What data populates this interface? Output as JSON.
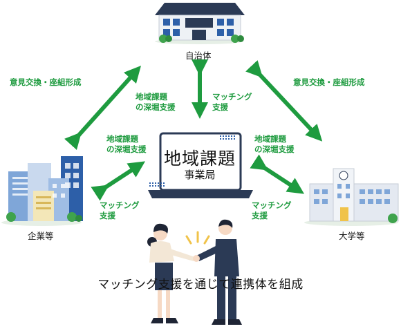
{
  "nodes": {
    "top": "自治体",
    "center_title": "地域課題",
    "center_sub": "事業局",
    "left": "企業等",
    "right": "大学等"
  },
  "edges": {
    "outer_left": "意見交換・座組形成",
    "outer_right": "意見交換・座組形成",
    "top_left": [
      "地域課題",
      "の深堀支援"
    ],
    "top_right": [
      "マッチング",
      "支援"
    ],
    "left_upper": [
      "地域課題",
      "の深堀支援"
    ],
    "left_lower": [
      "マッチング",
      "支援"
    ],
    "right_upper": [
      "地域課題",
      "の深堀支援"
    ],
    "right_lower": [
      "マッチング",
      "支援"
    ]
  },
  "caption": "マッチング支援を通じて連携体を組成",
  "colors": {
    "arrow": "#1e9b3f",
    "accent": "#2d5fa8",
    "dark": "#2b3a55"
  }
}
